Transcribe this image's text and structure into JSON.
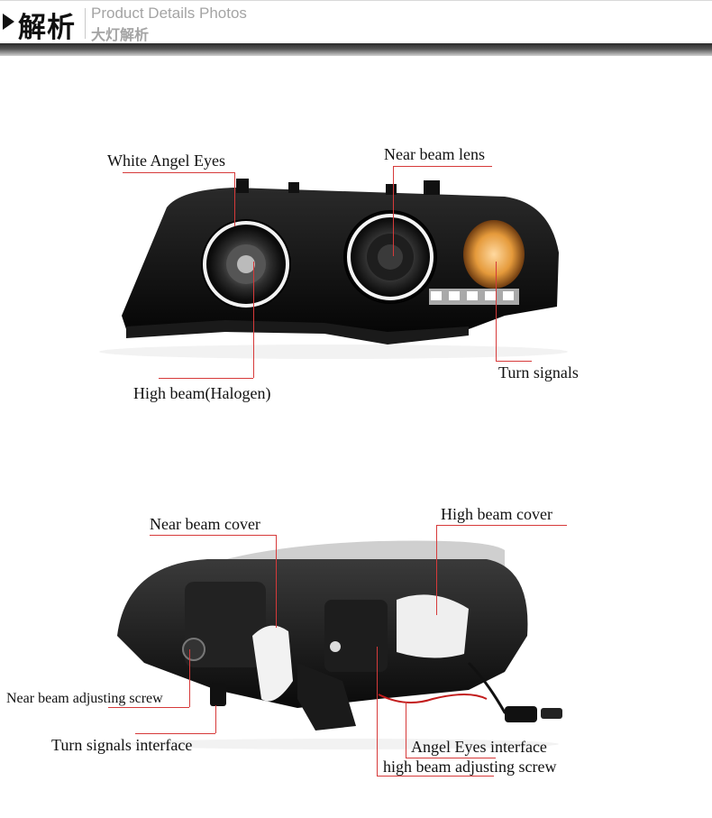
{
  "header": {
    "title_cn": "解析",
    "title_en": "Product Details Photos",
    "title_sub": "大灯解析"
  },
  "section1": {
    "labels": {
      "white_angel_eyes": "White Angel Eyes",
      "near_beam_lens": "Near beam lens",
      "turn_signals": "Turn signals",
      "high_beam": "High beam(Halogen)"
    }
  },
  "section2": {
    "labels": {
      "near_beam_cover": "Near beam cover",
      "high_beam_cover": "High beam cover",
      "near_beam_adjusting_screw": "Near beam adjusting screw",
      "turn_signals_interface": "Turn signals interface",
      "angel_eyes_interface": "Angel Eyes interface",
      "high_beam_adjusting_screw": "high beam adjusting screw"
    }
  },
  "colors": {
    "leader": "#d63a3a",
    "housing": "#111111",
    "amber": "#e59a3b"
  }
}
